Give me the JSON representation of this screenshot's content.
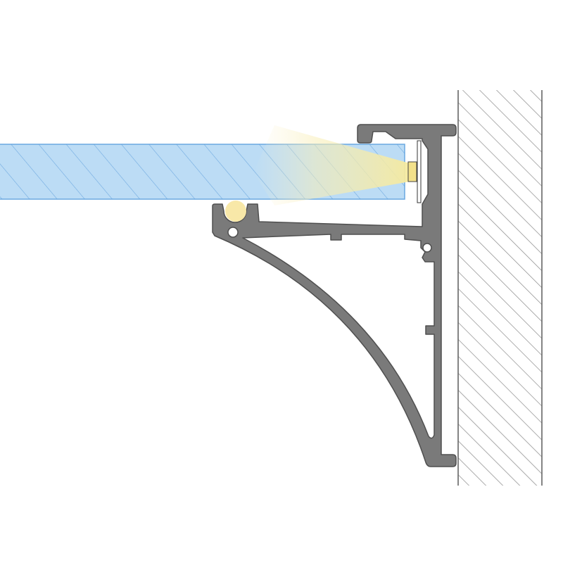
{
  "diagram": {
    "components": [
      "glass-shelf",
      "led-strip",
      "aluminium-profile",
      "wall",
      "light-beam",
      "diffuser-glow"
    ],
    "colors": {
      "glass_fill": "#bcdcf5",
      "glass_stroke": "#6aa8e0",
      "profile_fill": "#7a7a7a",
      "profile_stroke": "#4f4f4f",
      "wall_hatch": "#7a7a7a",
      "light": "#f6e9a6",
      "led": "#f3e18a"
    }
  }
}
